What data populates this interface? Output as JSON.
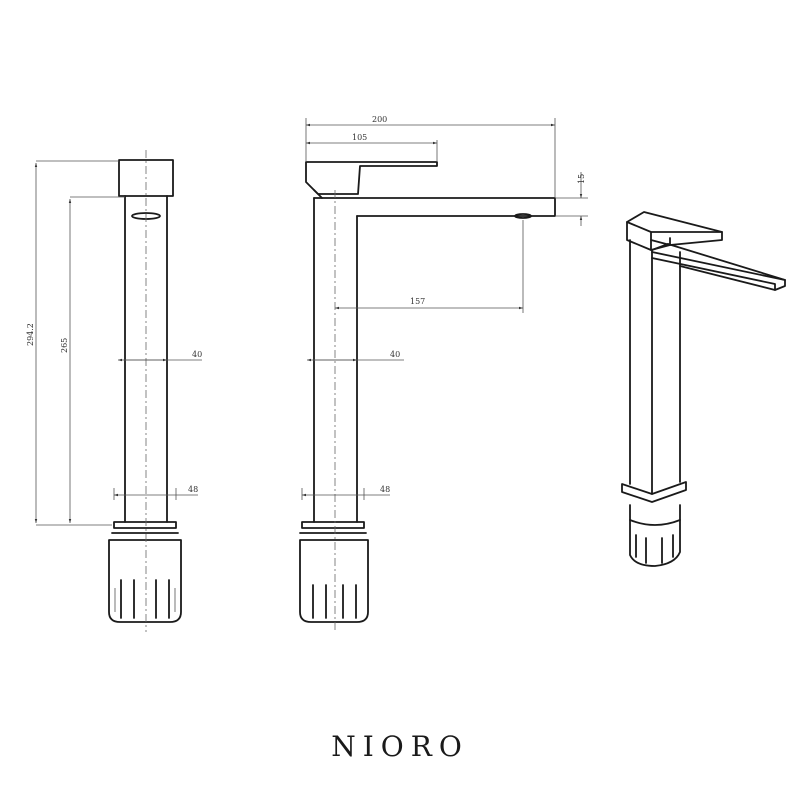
{
  "brand": "NIORO",
  "dimensions": {
    "overall_height": "294.2",
    "body_height": "265",
    "body_width_front": "40",
    "base_width_front": "48",
    "total_reach": "200",
    "handle_reach": "105",
    "spout_thickness": "15",
    "spout_reach": "157",
    "body_width_side": "40",
    "base_width_side": "48"
  }
}
